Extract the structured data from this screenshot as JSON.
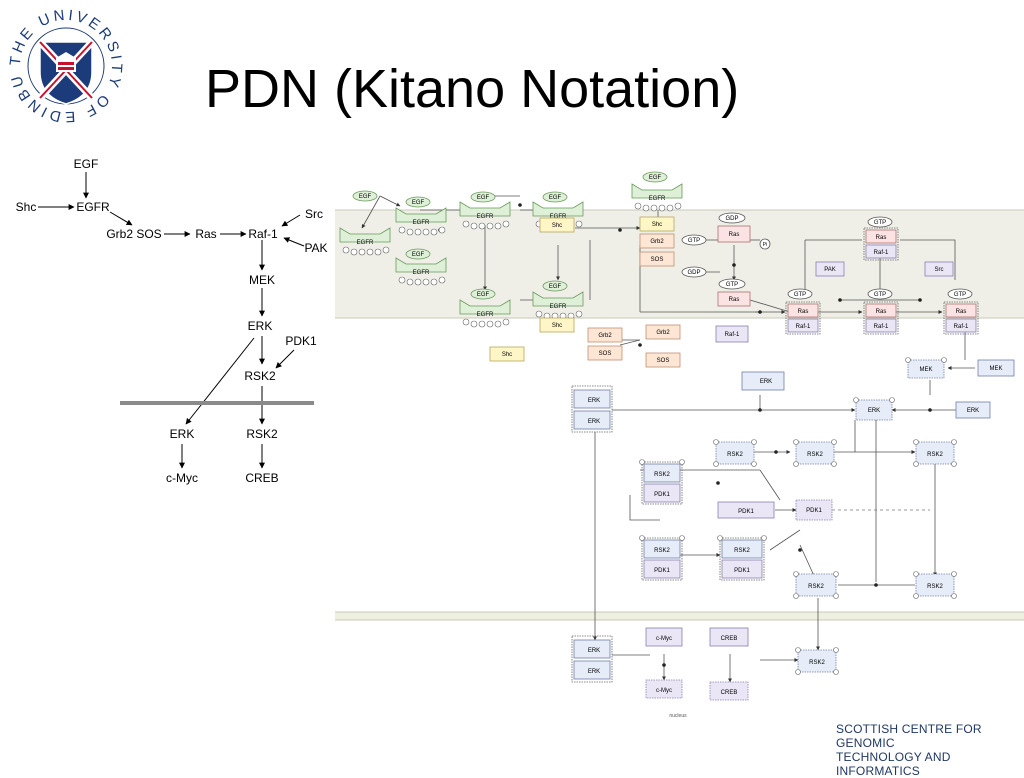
{
  "slide": {
    "title": "PDN (Kitano Notation)",
    "footer_line1": "SCOTTISH CENTRE FOR GENOMIC",
    "footer_line2": "TECHNOLOGY AND INFORMATICS"
  },
  "logo": {
    "ring_text": "THE UNIVERSITY OF EDINBURGH",
    "colors": {
      "crest_blue": "#1c3b7a",
      "crest_red": "#c8102e",
      "ring_text": "#1c3b7a"
    }
  },
  "simple_pathway": {
    "nodes": {
      "egf": "EGF",
      "shc": "Shc",
      "egfr": "EGFR",
      "grb2sos": "Grb2 SOS",
      "ras": "Ras",
      "raf1": "Raf-1",
      "src": "Src",
      "pak": "PAK",
      "mek": "MEK",
      "erk": "ERK",
      "pdk1": "PDK1",
      "rsk2": "RSK2",
      "erk_nuc": "ERK",
      "rsk2_nuc": "RSK2",
      "cmyc": "c-Myc",
      "creb": "CREB"
    }
  },
  "kitano": {
    "colors": {
      "membrane_band": "#efefe8",
      "membrane_line": "#c8c8b8",
      "green_node": "#dff0d8",
      "green_stroke": "#6a9a5a",
      "pink_node": "#fbe3e3",
      "pink_stroke": "#b07070",
      "yellow_node": "#fff6c8",
      "yellow_stroke": "#b8a860",
      "orange_node": "#fde6d4",
      "orange_stroke": "#c09070",
      "purple_node": "#ebe6f6",
      "purple_stroke": "#8a80b0",
      "blue_node": "#e6ecf8",
      "blue_stroke": "#7080a8"
    },
    "labels": {
      "egf": "EGF",
      "egfr": "EGFR",
      "shc": "Shc",
      "grb2": "Grb2",
      "sos": "SOS",
      "gdp": "GDP",
      "gtp": "GTP",
      "ras": "Ras",
      "raf1": "Raf-1",
      "pak": "PAK",
      "src": "Src",
      "pi": "Pi",
      "mek": "MEK",
      "erk": "ERK",
      "rsk2": "RSK2",
      "pdk1": "PDK1",
      "cmyc": "c-Myc",
      "creb": "CREB",
      "nucleus": "nucleus"
    }
  }
}
